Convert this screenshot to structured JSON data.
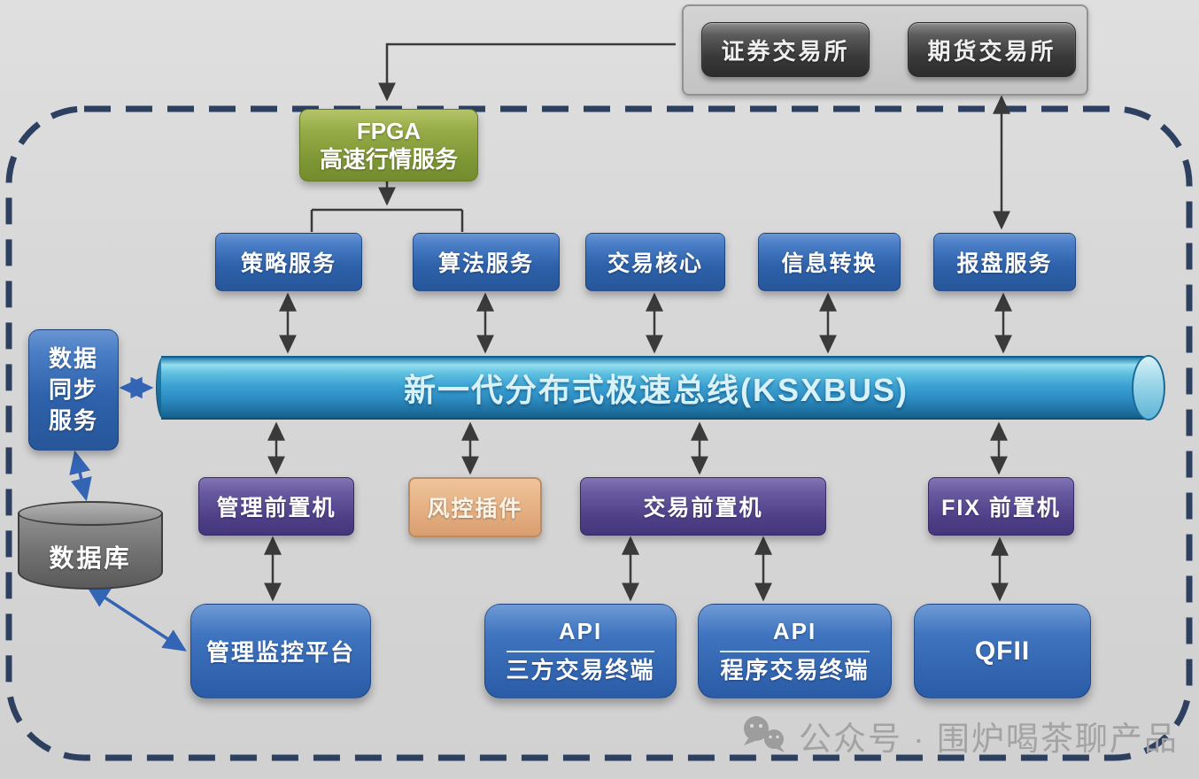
{
  "diagram": {
    "exchanges": {
      "securities_label": "证券交易所",
      "futures_label": "期货交易所"
    },
    "fpga": {
      "line1": "FPGA",
      "line2": "高速行情服务"
    },
    "services": [
      {
        "label": "策略服务"
      },
      {
        "label": "算法服务"
      },
      {
        "label": "交易核心"
      },
      {
        "label": "信息转换"
      },
      {
        "label": "报盘服务"
      }
    ],
    "bus": {
      "label": "新一代分布式极速总线(KSXBUS)"
    },
    "data_sync": {
      "line1": "数据",
      "line2": "同步",
      "line3": "服务"
    },
    "database": {
      "label": "数据库"
    },
    "front_row": {
      "management_label": "管理前置机",
      "risk_label": "风控插件",
      "trading_label": "交易前置机",
      "fix_label": "FIX 前置机"
    },
    "bottom_row": {
      "monitor_label": "管理监控平台",
      "api1_top": "API",
      "api1_bottom": "三方交易终端",
      "api2_top": "API",
      "api2_bottom": "程序交易终端",
      "qfii_label": "QFII"
    },
    "watermark": {
      "icon": "wechat-icon",
      "text": "公众号 · 围炉喝茶聊产品"
    },
    "colors": {
      "background": "#d7d7d7",
      "boundary_dash": "#2e4060",
      "service_blue": "#2e62ab",
      "fpga_green": "#8aa03c",
      "front_purple": "#4e3f87",
      "risk_orange": "#e6b184",
      "bus_blue": "#2d8cc2",
      "exchange_dark": "#3a3a3a",
      "database_gray": "#777777",
      "arrow_black": "#3a3a3a",
      "arrow_blue": "#3465b4",
      "watermark_gray": "#a3a3a3"
    }
  }
}
